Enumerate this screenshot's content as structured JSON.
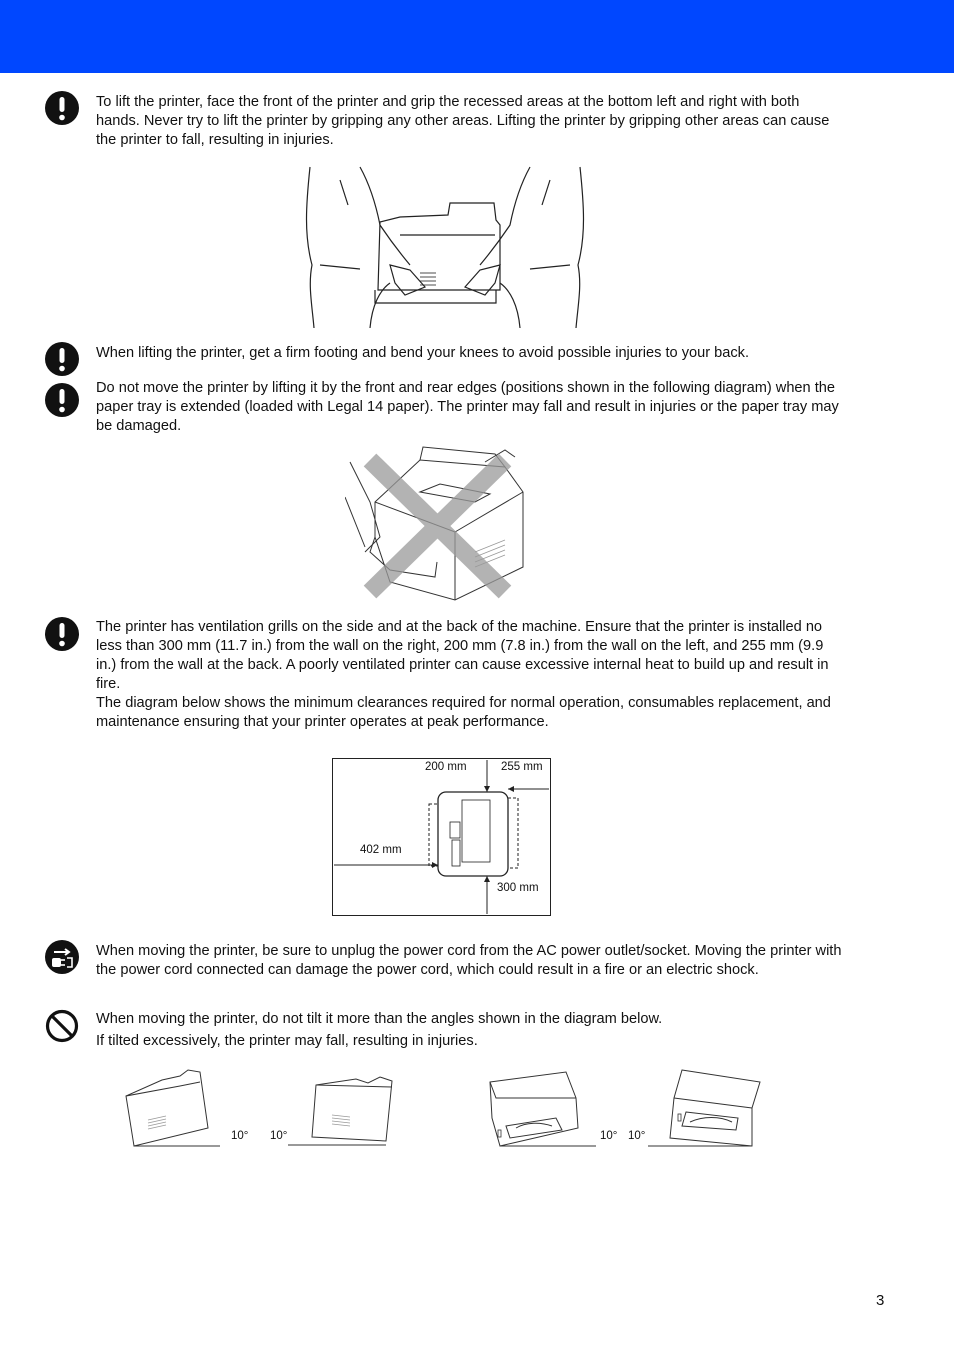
{
  "colors": {
    "header": "#0047ff",
    "icon": "#111111"
  },
  "sections": [
    {
      "icon": "exclamation-icon",
      "text": "To lift the printer, face the front of the printer and grip the recessed areas at the bottom left and right with both hands. Never try to lift the printer by gripping any other areas. Lifting the printer by gripping other areas can cause the printer to fall, resulting in injuries."
    },
    {
      "icon": "exclamation-icon",
      "text": "When lifting the printer, get a firm footing and bend your knees to avoid possible injuries to your back."
    },
    {
      "icon": "exclamation-icon",
      "text": "Do not move the printer by lifting it by the front and rear edges (positions shown in the following diagram) when the paper tray is extended (loaded with Legal 14 paper). The printer may fall and result in injuries or the paper tray may be damaged."
    },
    {
      "icon": "exclamation-icon",
      "text": "The printer has ventilation grills on the side and at the back of the machine. Ensure that the printer is installed no less than 300 mm (11.7 in.) from the wall on the right, 200 mm (7.8 in.) from the wall on the left, and 255 mm (9.9 in.) from the wall at the back. A poorly ventilated printer can cause excessive internal heat to build up and result in fire.",
      "text2": "The diagram below shows the minimum clearances required for normal operation, consumables replacement, and maintenance ensuring that your printer operates at peak performance."
    },
    {
      "icon": "unplug-icon",
      "text": "When moving the printer, be sure to unplug the power cord from the AC power outlet/socket. Moving the printer with the power cord connected can damage the power cord, which could result in a fire or an electric shock."
    },
    {
      "icon": "prohibited-icon",
      "text": "When moving the printer, do not tilt it more than the angles shown in the diagram below.",
      "text2": "If tilted excessively, the printer may fall, resulting in injuries."
    }
  ],
  "clearance_diagram": {
    "top_left": "200 mm",
    "top_right": "255 mm",
    "left": "402 mm",
    "bottom": "300 mm"
  },
  "tilt_angles": [
    "10°",
    "10°",
    "10°",
    "10°"
  ],
  "page_number": "3"
}
